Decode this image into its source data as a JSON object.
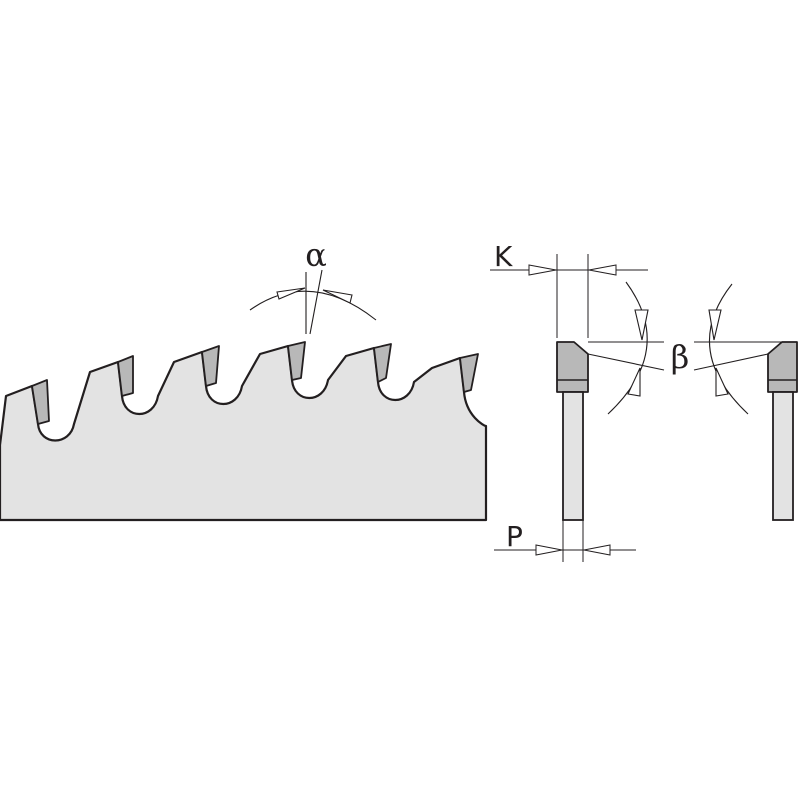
{
  "labels": {
    "alpha": "α",
    "beta": "β",
    "kerf": "K",
    "plate": "P"
  },
  "colors": {
    "body_fill": "#e3e3e3",
    "tip_fill": "#b8b8b8",
    "stroke": "#231f20"
  }
}
